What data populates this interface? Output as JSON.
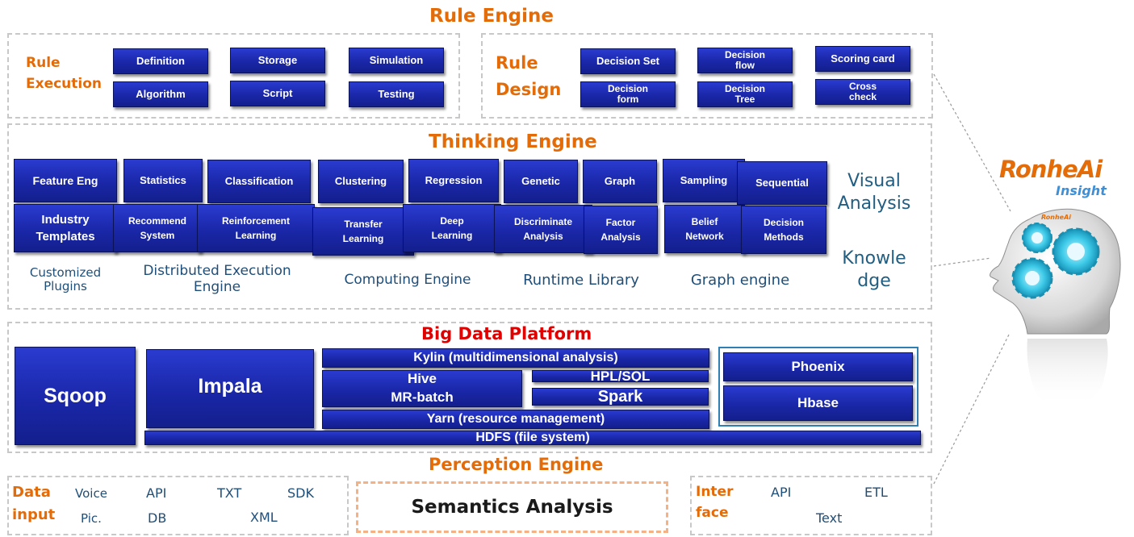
{
  "rule_engine": {
    "title": "Rule Engine",
    "execution_label": "Rule\nExecution",
    "execution_buttons": [
      "Definition",
      "Storage",
      "Simulation",
      "Algorithm",
      "Script",
      "Testing"
    ],
    "design_label": "Rule\nDesign",
    "design_buttons": [
      "Decision Set",
      "Decision\nflow",
      "Scoring card",
      "Decision\nform",
      "Decision\nTree",
      "Cross\ncheck"
    ]
  },
  "thinking_engine": {
    "title": "Thinking Engine",
    "row1": [
      "Feature Eng",
      "Statistics",
      "Classification",
      "Clustering",
      "Regression",
      "Genetic",
      "Graph",
      "Sampling",
      "Sequential"
    ],
    "row2": [
      "Industry\nTemplates",
      "Recommend\nSystem",
      "Reinforcement\nLearning",
      "Transfer\nLearning",
      "Deep\nLearning",
      "Discriminate\nAnalysis",
      "Factor\nAnalysis",
      "Belief\nNetwork",
      "Decision\nMethods"
    ],
    "sub_labels": [
      "Customized\nPlugins",
      "Distributed Execution\nEngine",
      "Computing Engine",
      "Runtime Library",
      "Graph engine"
    ],
    "side_labels": [
      "Visual\nAnalysis",
      "Knowle\ndge"
    ]
  },
  "big_data": {
    "title": "Big Data Platform",
    "sqoop": "Sqoop",
    "impala": "Impala",
    "kylin": "Kylin  (multidimensional analysis)",
    "hive": "Hive\nMR-batch",
    "hpl": "HPL/SQL",
    "spark": "Spark",
    "yarn": "Yarn  (resource management)",
    "hdfs": "HDFS  (file system)",
    "phoenix": "Phoenix",
    "hbase": "Hbase"
  },
  "perception_engine": {
    "title": "Perception Engine",
    "data_input_label": "Data\ninput",
    "data_items": [
      "Voice",
      "API",
      "TXT",
      "SDK",
      "Pic.",
      "DB",
      "XML"
    ],
    "semantics": "Semantics  Analysis",
    "interface_label": "Inter\nface",
    "interface_items": [
      "API",
      "ETL",
      "Text"
    ]
  },
  "logo": {
    "main": "RonheAi",
    "sub": "Insight"
  },
  "colors": {
    "accent_orange": "#e36c09",
    "button_blue": "#1a27a8",
    "title_red": "#e00000",
    "label_blue": "#1f4e79"
  }
}
